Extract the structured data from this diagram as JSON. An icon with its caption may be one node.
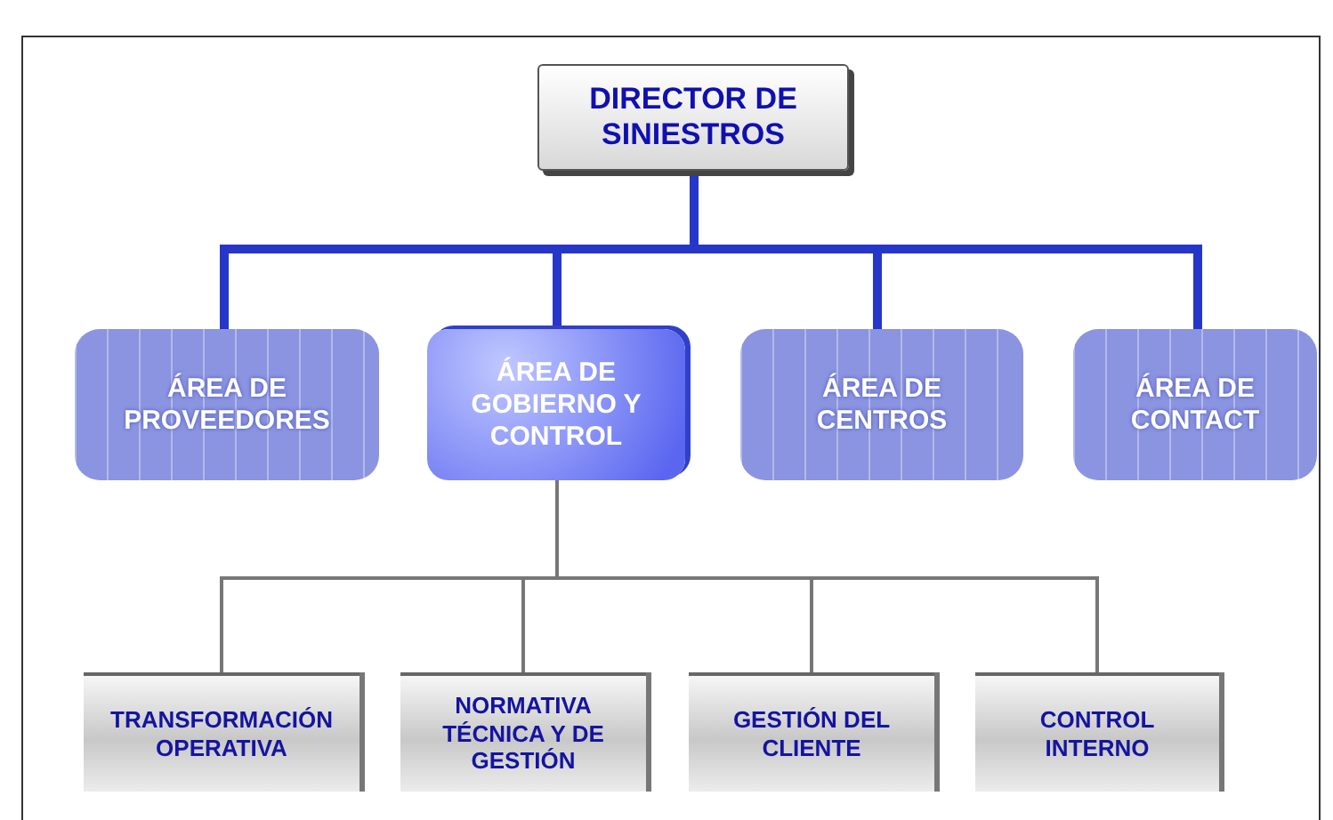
{
  "diagram": {
    "nodes": [
      {
        "text": [
          "DIRECTOR DE SINIESTROS"
        ]
      },
      {
        "text": [
          "ÁREA DE PROVEEDORES"
        ]
      },
      {
        "text": [
          "ÁREA DE GOBIERNO Y CONTROL"
        ]
      },
      {
        "text": [
          "ÁREA DE CENTROS"
        ]
      },
      {
        "text": [
          "ÁREA DE CONTACT"
        ]
      },
      {
        "text": [
          "TRANSFORMACIÓN OPERATIVA"
        ]
      },
      {
        "text": [
          "NORMATIVA TÉCNICA Y DE GESTIÓN"
        ]
      },
      {
        "text": [
          "GESTIÓN DEL CLIENTE"
        ]
      },
      {
        "text": [
          "CONTROL INTERNO"
        ]
      }
    ],
    "edges": [
      {
        "from": 0,
        "to": 1,
        "arrow": "none",
        "style": "thick",
        "color": "#2636c8"
      },
      {
        "from": 0,
        "to": 2,
        "arrow": "none",
        "style": "thick",
        "color": "#2636c8"
      },
      {
        "from": 0,
        "to": 3,
        "arrow": "none",
        "style": "thick",
        "color": "#2636c8"
      },
      {
        "from": 0,
        "to": 4,
        "arrow": "none",
        "style": "thick",
        "color": "#2636c8"
      },
      {
        "from": 2,
        "to": 5,
        "arrow": "none"
      },
      {
        "from": 2,
        "to": 6,
        "arrow": "none"
      },
      {
        "from": 2,
        "to": 7,
        "arrow": "none"
      },
      {
        "from": 2,
        "to": 8,
        "arrow": "none"
      }
    ]
  }
}
